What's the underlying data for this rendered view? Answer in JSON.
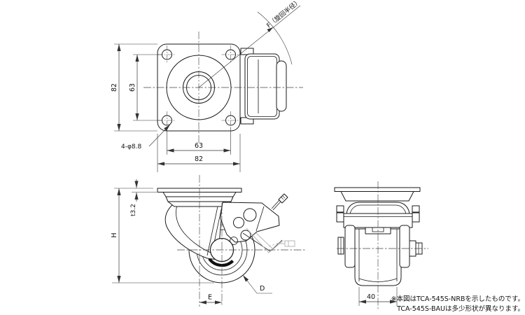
{
  "colors": {
    "line": "#1a1a1a",
    "dimension": "#333333",
    "ghost": "#b5b5b5",
    "background": "#ffffff"
  },
  "top_view": {
    "swivel_radius_label": "F（旋回半径）",
    "dim_plate_height": "82",
    "dim_hole_pitch_vertical": "63",
    "dim_hole_pitch_horizontal": "63",
    "dim_plate_width": "82",
    "bolt_hole_label": "4-φ8.8"
  },
  "side_view": {
    "dim_plate_thickness": "t3.2",
    "dim_total_height": "H",
    "dim_offset": "E",
    "dim_wheel_diameter": "D"
  },
  "front_view": {
    "dim_wheel_width": "40"
  },
  "note": {
    "line1": "※本図はTCA-545S-NRBを示したものです。",
    "line2": "TCA-545S-BAUは多少形状が異なります。"
  }
}
